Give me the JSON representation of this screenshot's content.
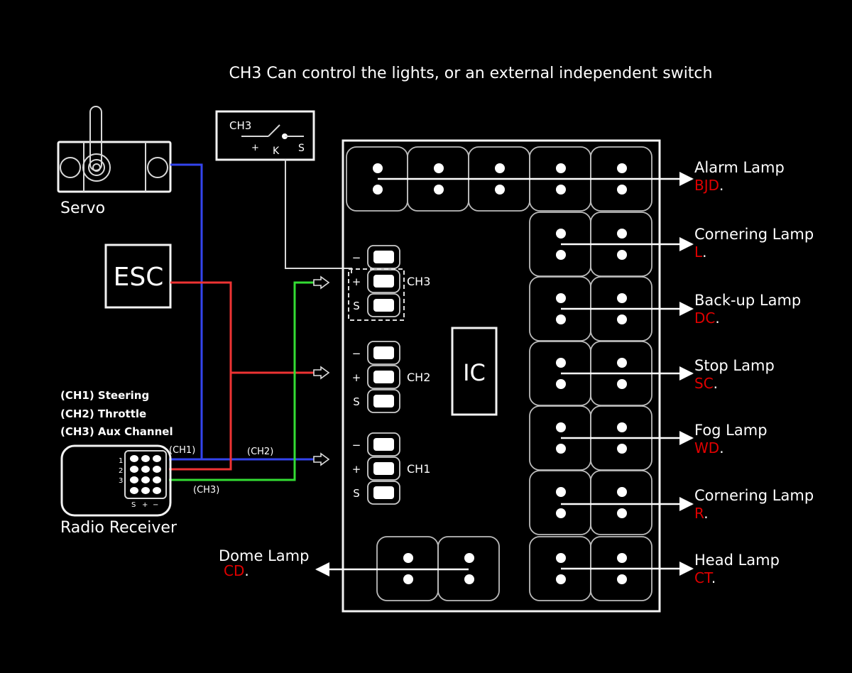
{
  "title": "CH3 Can control the lights, or an external independent switch",
  "servo": {
    "label": "Servo"
  },
  "esc": {
    "label": "ESC"
  },
  "switch_box": {
    "channel": "CH3",
    "plus": "+",
    "k": "K",
    "s": "S"
  },
  "receiver": {
    "label": "Radio Receiver",
    "channel_legend": [
      "(CH1) Steering",
      "(CH2) Throttle",
      "(CH3) Aux Channel"
    ],
    "row_numbers": [
      "1",
      "2",
      "3"
    ],
    "pin_labels": [
      "S",
      "+",
      "−"
    ],
    "wire_labels": {
      "ch1": "(CH1)",
      "ch2": "(CH2)",
      "ch3": "(CH3)"
    }
  },
  "board": {
    "ic_label": "IC",
    "headers": [
      {
        "name": "CH3",
        "pins": [
          "−",
          "+",
          "S"
        ]
      },
      {
        "name": "CH2",
        "pins": [
          "−",
          "+",
          "S"
        ]
      },
      {
        "name": "CH1",
        "pins": [
          "−",
          "+",
          "S"
        ]
      }
    ]
  },
  "wire_colors": {
    "ch1": "#3344ee",
    "ch2": "#ee3333",
    "ch3": "#33dd33"
  },
  "lamps": [
    {
      "name": "Alarm Lamp",
      "code": "BJD",
      "suffix": "."
    },
    {
      "name": "Cornering Lamp",
      "code": "L",
      "suffix": "."
    },
    {
      "name": "Back-up Lamp",
      "code": "DC",
      "suffix": "."
    },
    {
      "name": "Stop Lamp",
      "code": "SC",
      "suffix": "."
    },
    {
      "name": "Fog Lamp",
      "code": "WD",
      "suffix": "."
    },
    {
      "name": "Cornering Lamp",
      "code": "R",
      "suffix": "."
    },
    {
      "name": "Head Lamp",
      "code": "CT",
      "suffix": "."
    }
  ],
  "dome_lamp": {
    "name": "Dome Lamp",
    "code": "CD",
    "suffix": "."
  }
}
